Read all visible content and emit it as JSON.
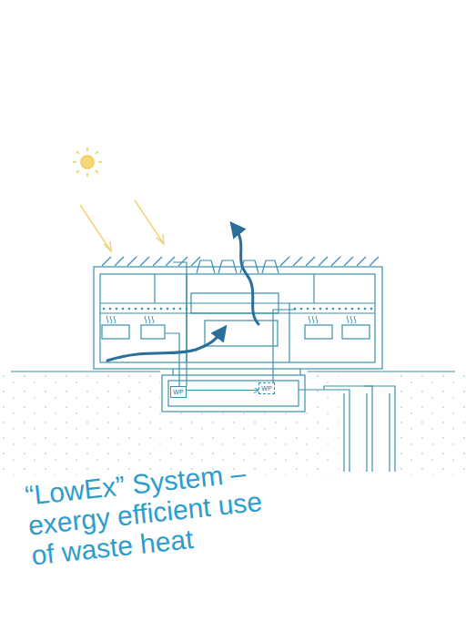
{
  "diagram": {
    "caption": "“LowEx” System – exergy efficient use of waste heat",
    "nodes": [
      {
        "text": [
          "WP"
        ]
      },
      {
        "text": [
          "WP"
        ]
      }
    ],
    "edges": [
      {
        "from": 0,
        "to": 1,
        "arrow": "to"
      }
    ]
  }
}
